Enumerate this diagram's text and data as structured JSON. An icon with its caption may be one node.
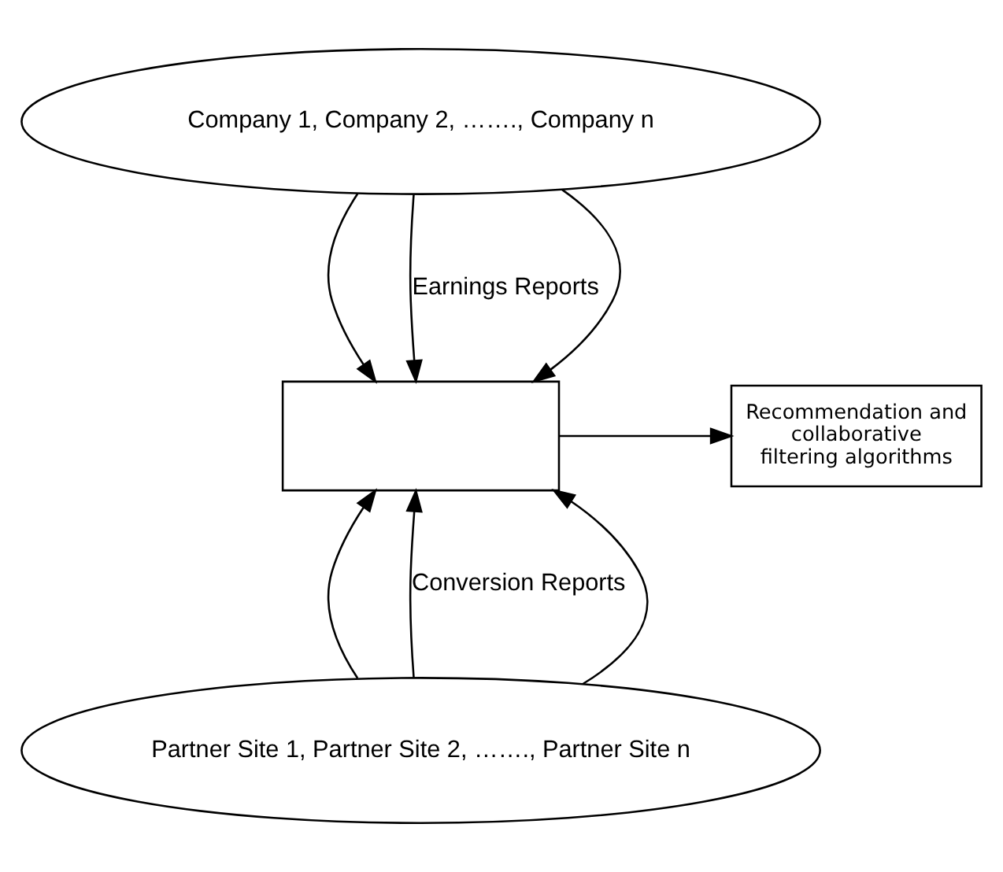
{
  "diagram": {
    "nodes": [
      {
        "text": [
          "Company 1, Company 2, ……., Company n"
        ]
      },
      {
        "text": [],
        "shape": "box"
      },
      {
        "text": [
          "Recommendation and collaborative filtering algorithms"
        ]
      },
      {
        "text": [
          "Partner Site 1, Partner Site 2, ……., Partner Site n"
        ]
      }
    ],
    "edges": [
      {
        "from": 0,
        "to": 1,
        "arrow": "to"
      },
      {
        "from": 0,
        "to": 1,
        "arrow": "to",
        "label": "Earnings Reports"
      },
      {
        "from": 0,
        "to": 1,
        "arrow": "to"
      },
      {
        "from": 1,
        "to": 2,
        "arrow": "to"
      },
      {
        "from": 3,
        "to": 1,
        "arrow": "to"
      },
      {
        "from": 3,
        "to": 1,
        "arrow": "to",
        "label": "Conversion Reports"
      },
      {
        "from": 3,
        "to": 1,
        "arrow": "to"
      }
    ]
  }
}
